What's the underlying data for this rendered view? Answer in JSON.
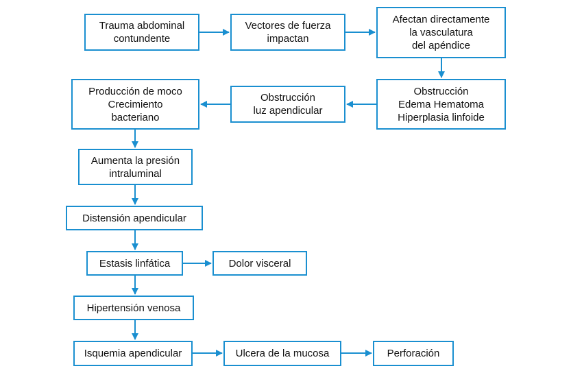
{
  "colors": {
    "border": "#1a8fd0",
    "arrow": "#1a8fd0",
    "text": "#111111",
    "background": "#ffffff"
  },
  "nodes": {
    "trauma": "Trauma abdominal\ncontundente",
    "vectores": "Vectores de fuerza\nimpactan",
    "afectan": "Afectan directamente\nla vasculatura\ndel apéndice",
    "obstruccion_edema": "Obstrucción\nEdema Hematoma\nHiperplasia linfoide",
    "obstruccion_luz": "Obstrucción\nluz apendicular",
    "produccion": "Producción de moco\nCrecimiento\nbacteriano",
    "aumenta": "Aumenta la presión\nintraluminal",
    "distension": "Distensión apendicular",
    "estasis": "Estasis linfática",
    "dolor": "Dolor visceral",
    "hipertension": "Hipertensión venosa",
    "isquemia": "Isquemia apendicular",
    "ulcera": "Ulcera de la mucosa",
    "perforacion": "Perforación"
  },
  "edges": [
    [
      "trauma",
      "vectores"
    ],
    [
      "vectores",
      "afectan"
    ],
    [
      "afectan",
      "obstruccion_edema"
    ],
    [
      "obstruccion_edema",
      "obstruccion_luz"
    ],
    [
      "obstruccion_luz",
      "produccion"
    ],
    [
      "produccion",
      "aumenta"
    ],
    [
      "aumenta",
      "distension"
    ],
    [
      "distension",
      "estasis"
    ],
    [
      "estasis",
      "dolor"
    ],
    [
      "estasis",
      "hipertension"
    ],
    [
      "hipertension",
      "isquemia"
    ],
    [
      "isquemia",
      "ulcera"
    ],
    [
      "ulcera",
      "perforacion"
    ]
  ]
}
